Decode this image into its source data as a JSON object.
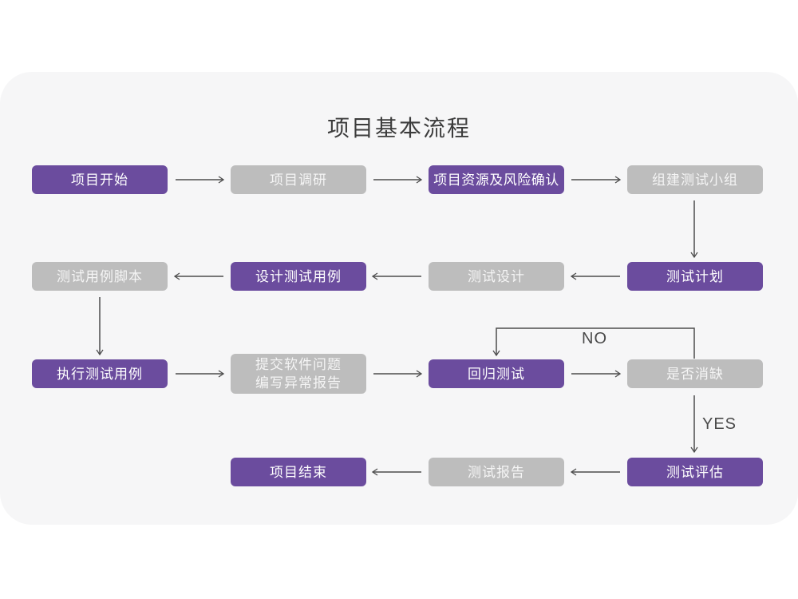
{
  "title": "项目基本流程",
  "colors": {
    "purple": "#6B4C9E",
    "gray": "#BDBDBD",
    "card_bg": "#F6F6F7",
    "arrow": "#4D4D4D"
  },
  "labels": {
    "no": "NO",
    "yes": "YES"
  },
  "nodes": [
    {
      "id": "project-start",
      "label": "项目开始",
      "style": "purple"
    },
    {
      "id": "project-research",
      "label": "项目调研",
      "style": "gray"
    },
    {
      "id": "project-resources-risk",
      "label": "项目资源及风险确认",
      "style": "purple"
    },
    {
      "id": "build-test-team",
      "label": "组建测试小组",
      "style": "gray"
    },
    {
      "id": "test-case-script",
      "label": "测试用例脚本",
      "style": "gray"
    },
    {
      "id": "design-test-case",
      "label": "设计测试用例",
      "style": "purple"
    },
    {
      "id": "test-design",
      "label": "测试设计",
      "style": "gray"
    },
    {
      "id": "test-plan",
      "label": "测试计划",
      "style": "purple"
    },
    {
      "id": "execute-test-case",
      "label": "执行测试用例",
      "style": "purple"
    },
    {
      "id": "submit-issue-report",
      "label_line1": "提交软件问题",
      "label_line2": "编写异常报告",
      "style": "gray"
    },
    {
      "id": "regression-test",
      "label": "回归测试",
      "style": "purple"
    },
    {
      "id": "defect-resolved",
      "label": "是否消缺",
      "style": "gray"
    },
    {
      "id": "project-end",
      "label": "项目结束",
      "style": "purple"
    },
    {
      "id": "test-report",
      "label": "测试报告",
      "style": "gray"
    },
    {
      "id": "test-evaluation",
      "label": "测试评估",
      "style": "purple"
    }
  ]
}
